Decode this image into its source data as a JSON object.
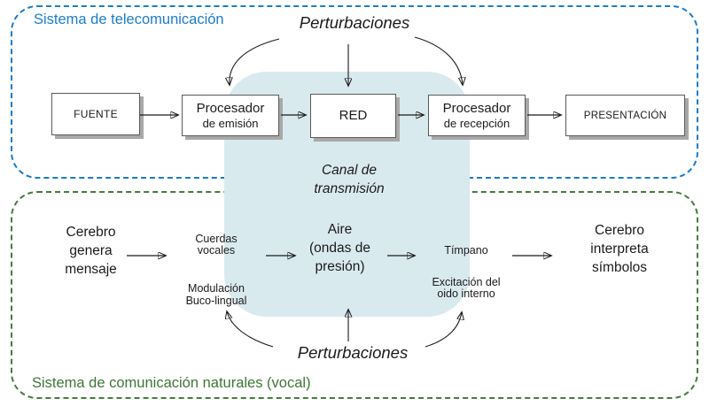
{
  "telecom_system": {
    "title": "Sistema de telecomunicación",
    "boxes": {
      "fuente": "FUENTE",
      "proc_emision_line1": "Procesador",
      "proc_emision_line2": "de emisión",
      "red": "RED",
      "proc_recepcion_line1": "Procesador",
      "proc_recepcion_line2": "de recepción",
      "presentacion": "PRESENTACIÓN"
    }
  },
  "vocal_system": {
    "title": "Sistema de comunicación naturales (vocal)",
    "stages": {
      "brain_source": "Cerebro\ngenera\nmensaje",
      "vocal_cords": "Cuerdas\nvocales",
      "modulation": "Modulación\nBuco-lingual",
      "air": "Aire\n(ondas de\npresión)",
      "eardrum": "Tímpano",
      "inner_ear": "Excitación del\noido interno",
      "brain_sink": "Cerebro\ninterpreta\nsímbolos"
    }
  },
  "channel": {
    "label": "Canal de\ntransmisión"
  },
  "perturbations": {
    "top": "Perturbaciones",
    "bottom": "Perturbaciones"
  },
  "colors": {
    "telecom_accent": "#1b7cc9",
    "vocal_accent": "#3e7637",
    "channel_fill": "#d9eaee",
    "box_border": "#595959",
    "box_shadow": "#a8a8a8",
    "arrow": "#1a1a1a"
  }
}
